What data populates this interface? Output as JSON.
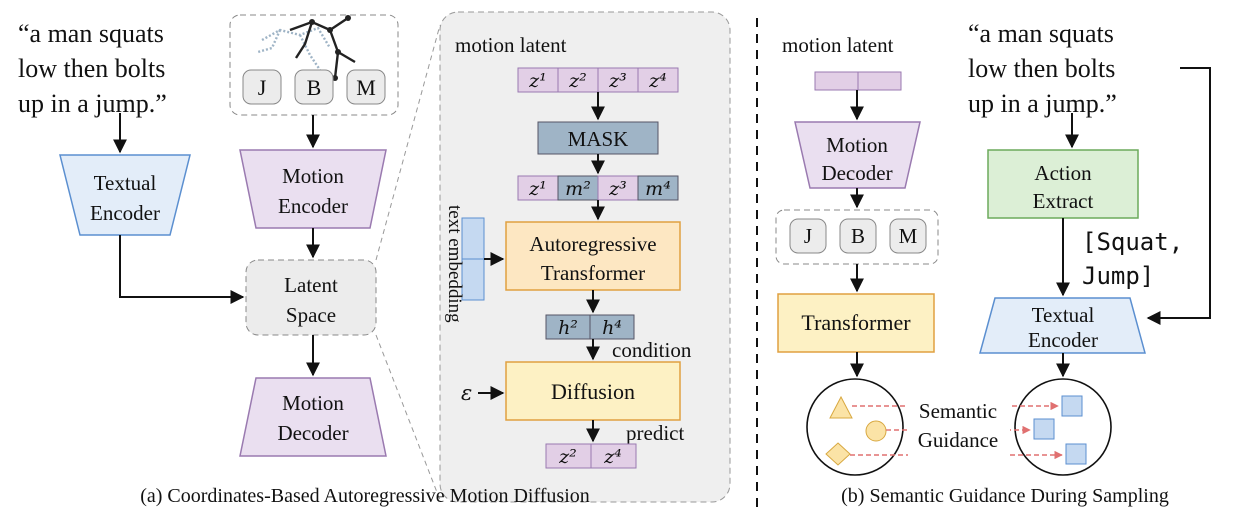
{
  "colors": {
    "text_encoder": "#e3edf9",
    "motion_block": "#eadff0",
    "latent_token": "#e2cfe6",
    "mask_token": "#9fb4c6",
    "transformer": "#fde7c2",
    "diffusion": "#fdf1c4",
    "action": "#dcefd6",
    "panel": "#efefef"
  },
  "left": {
    "prompt_lines": [
      "“a man squats",
      "low then bolts",
      "up in a jump.”"
    ],
    "joint_buttons": [
      "J",
      "B",
      "M"
    ],
    "textual_encoder": [
      "Textual",
      "Encoder"
    ],
    "motion_encoder": [
      "Motion",
      "Encoder"
    ],
    "latent_space": [
      "Latent",
      "Space"
    ],
    "motion_decoder": [
      "Motion",
      "Decoder"
    ],
    "caption": "(a) Coordinates-Based Autoregressive Motion Diffusion"
  },
  "detail": {
    "motion_latent_label": "motion latent",
    "tokens_top": [
      "z¹",
      "z²",
      "z³",
      "z⁴"
    ],
    "mask_label": "MASK",
    "tokens_masked": [
      "z¹",
      "m²",
      "z³",
      "m⁴"
    ],
    "text_embedding_label": "text embedding",
    "ar_transformer": [
      "Autoregressive",
      "Transformer"
    ],
    "h_tokens": [
      "h²",
      "h⁴"
    ],
    "condition_label": "condition",
    "epsilon": "ε",
    "diffusion_label": "Diffusion",
    "predict_label": "predict",
    "tokens_out": [
      "z²",
      "z⁴"
    ]
  },
  "right": {
    "motion_latent_label": "motion latent",
    "motion_decoder": [
      "Motion",
      "Decoder"
    ],
    "joint_buttons": [
      "J",
      "B",
      "M"
    ],
    "transformer_label": "Transformer",
    "prompt_lines": [
      "“a man squats",
      "low then bolts",
      "up in a jump.”"
    ],
    "action_extract": [
      "Action",
      "Extract"
    ],
    "actions_lines": [
      "[Squat,",
      "Jump]"
    ],
    "textual_encoder": [
      "Textual",
      "Encoder"
    ],
    "semantic_guidance": [
      "Semantic",
      "Guidance"
    ],
    "caption": "(b) Semantic Guidance During Sampling"
  }
}
